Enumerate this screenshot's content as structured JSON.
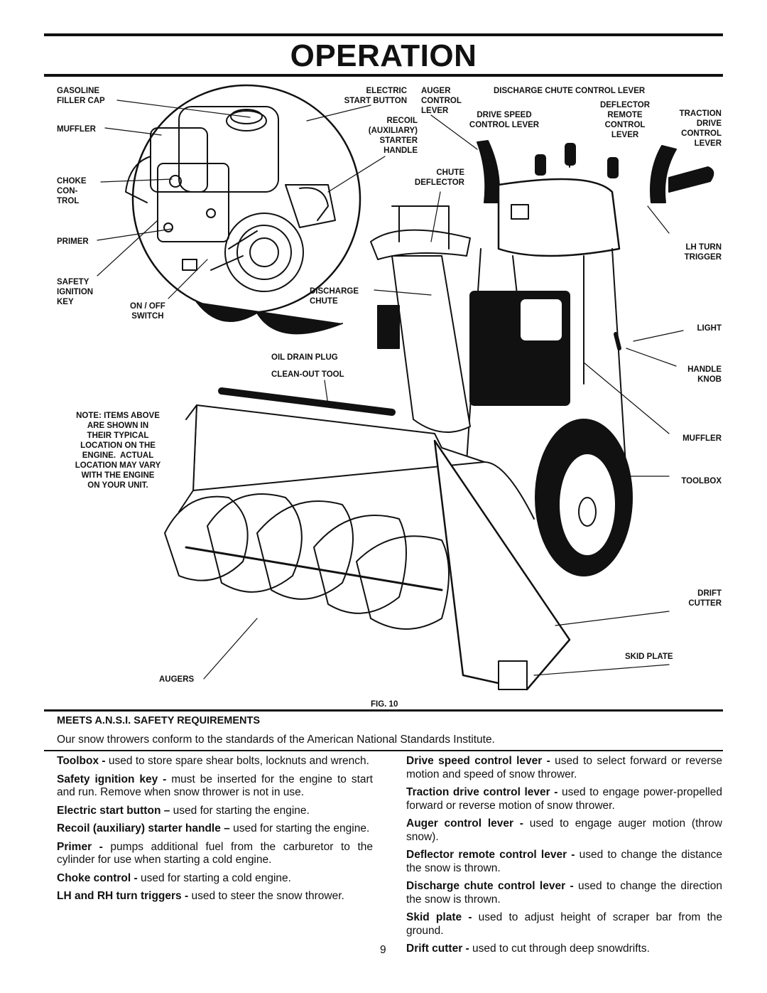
{
  "page_title": "OPERATION",
  "figure": {
    "caption": "FIG. 10",
    "labels": {
      "gasoline_filler_cap": "GASOLINE\nFILLER CAP",
      "muffler_engine": "MUFFLER",
      "choke_control": "CHOKE\nCON-\nTROL",
      "primer": "PRIMER",
      "safety_ignition_key": "SAFETY\nIGNITION\nKEY",
      "on_off_switch": "ON / OFF\nSWITCH",
      "electric_start_button": "ELECTRIC\nSTART BUTTON",
      "recoil_starter_handle": "RECOIL\n(AUXILIARY)\nSTARTER\nHANDLE",
      "auger_control_lever": "AUGER\nCONTROL\nLEVER",
      "drive_speed_control_lever": "DRIVE SPEED\nCONTROL LEVER",
      "discharge_chute_control_lever": "DISCHARGE CHUTE CONTROL LEVER",
      "deflector_remote_control_lever": "DEFLECTOR\nREMOTE\nCONTROL\nLEVER",
      "traction_drive_control_lever": "TRACTION\nDRIVE\nCONTROL\nLEVER",
      "chute_deflector": "CHUTE\nDEFLECTOR",
      "lh_turn_trigger": "LH TURN\nTRIGGER",
      "discharge_chute": "DISCHARGE\nCHUTE",
      "light": "LIGHT",
      "oil_drain_plug": "OIL DRAIN PLUG",
      "clean_out_tool": "CLEAN-OUT TOOL",
      "handle_knob": "HANDLE\nKNOB",
      "note": "NOTE: ITEMS ABOVE\nARE SHOWN IN\nTHEIR TYPICAL\nLOCATION ON THE\nENGINE.  ACTUAL\nLOCATION MAY VARY\nWITH THE ENGINE\nON YOUR UNIT.",
      "muffler_right": "MUFFLER",
      "toolbox": "TOOLBOX",
      "drift_cutter": "DRIFT\nCUTTER",
      "skid_plate": "SKID PLATE",
      "augers": "AUGERS"
    }
  },
  "section_heading": "MEETS A.N.S.I. SAFETY REQUIREMENTS",
  "intro": "Our snow throwers conform to the standards of the American National Standards Institute.",
  "left_column": [
    {
      "term": "Toolbox -",
      "text": " used to store spare shear bolts, locknuts and wrench."
    },
    {
      "term": "Safety ignition key -",
      "text": " must be inserted for the engine to start and run.  Remove when snow thrower is not in use."
    },
    {
      "term": "Electric start button –",
      "text": " used for starting the engine."
    },
    {
      "term": "Recoil (auxiliary) starter handle –",
      "text": " used for starting the engine."
    },
    {
      "term": "Primer -",
      "text": " pumps additional fuel from the carburetor to the cylinder for use when starting a cold engine."
    },
    {
      "term": "Choke control -",
      "text": " used for starting a cold engine."
    },
    {
      "term": "LH and RH turn triggers -",
      "text": " used to steer the snow thrower."
    }
  ],
  "right_column": [
    {
      "term": "Drive speed control lever -",
      "text": " used to select forward or reverse motion and speed of snow thrower."
    },
    {
      "term": "Traction drive control lever -",
      "text": " used to engage power-propelled forward or reverse motion of snow thrower."
    },
    {
      "term": "Auger control lever -",
      "text": " used to engage auger motion (throw snow)."
    },
    {
      "term": "Deflector remote control lever -",
      "text": " used to change the distance the snow is thrown."
    },
    {
      "term": "Discharge chute control lever -",
      "text": " used to change the direction the snow is thrown."
    },
    {
      "term": "Skid plate -",
      "text": " used to adjust height of scraper bar from the ground."
    },
    {
      "term": "Drift cutter -",
      "text": " used to cut through deep snowdrifts."
    }
  ],
  "page_number": "9"
}
